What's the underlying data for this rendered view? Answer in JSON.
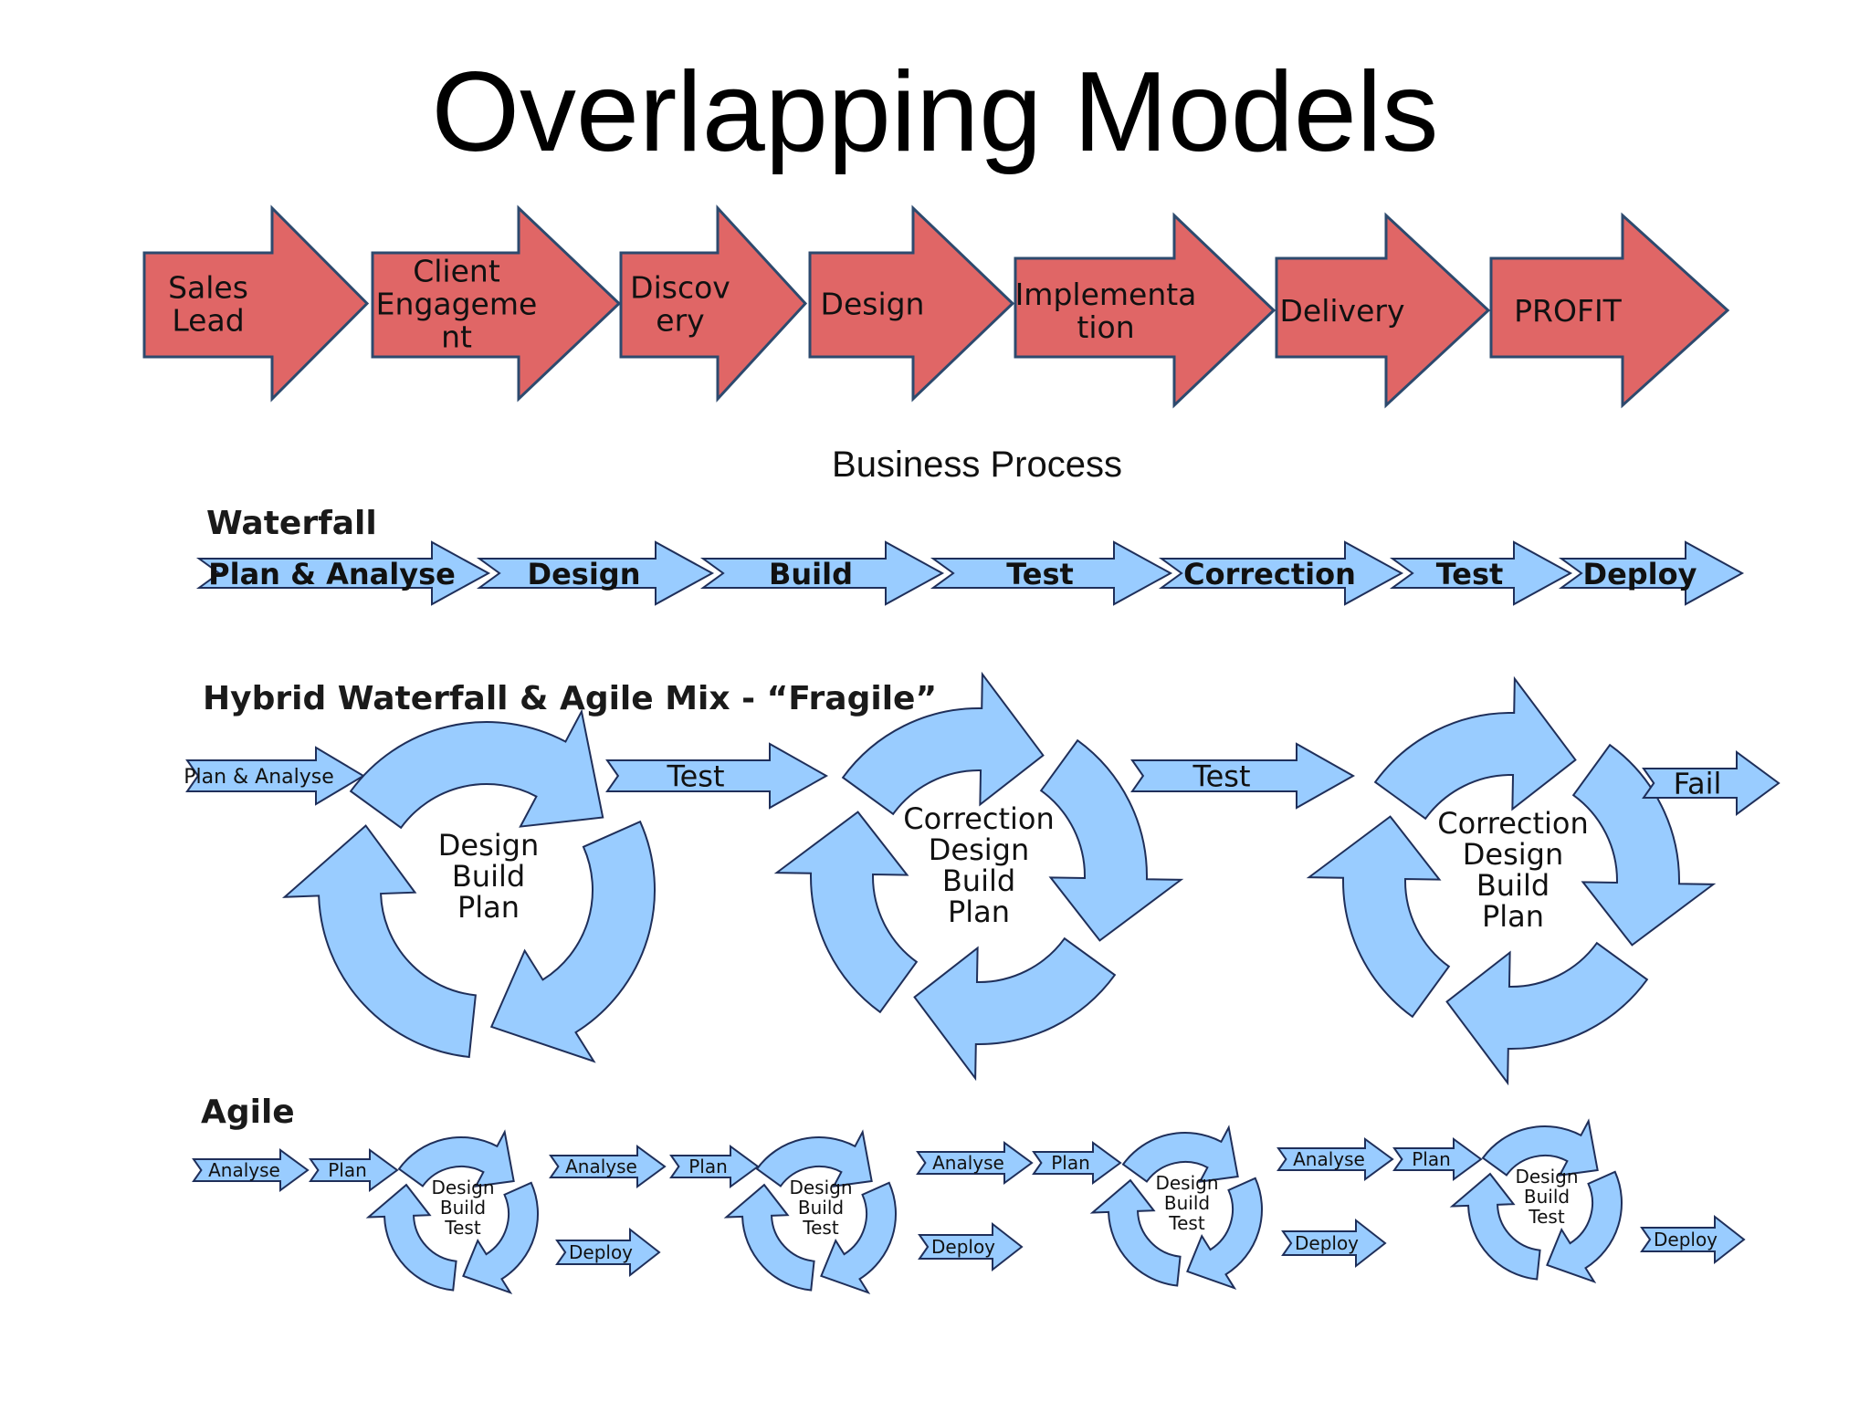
{
  "title": "Overlapping Models",
  "colors": {
    "red": "#e06666",
    "red_stroke": "#2d4a6e",
    "blue": "#99ccff",
    "blue_stroke": "#1f2f5a"
  },
  "business": {
    "caption": "Business Process",
    "arrows": [
      {
        "lines": [
          "Sales",
          "Lead"
        ]
      },
      {
        "lines": [
          "Client",
          "Engageme",
          "nt"
        ]
      },
      {
        "lines": [
          "Discov",
          "ery"
        ]
      },
      {
        "lines": [
          "Design"
        ]
      },
      {
        "lines": [
          "Implementa",
          "tion"
        ]
      },
      {
        "lines": [
          "Delivery"
        ]
      },
      {
        "lines": [
          "PROFIT"
        ]
      }
    ]
  },
  "waterfall": {
    "label": "Waterfall",
    "steps": [
      "Plan & Analyse",
      "Design",
      "Build",
      "Test",
      "Correction",
      "Test",
      "Deploy"
    ]
  },
  "hybrid": {
    "label": "Hybrid Waterfall & Agile Mix - “Fragile”",
    "plan_label": "Plan & Analyse",
    "cycle1": [
      "Design",
      "Build",
      "Plan"
    ],
    "test1": "Test",
    "cycle2": [
      "Correction",
      "Design",
      "Build",
      "Plan"
    ],
    "test2": "Test",
    "cycle3": [
      "Correction",
      "Design",
      "Build",
      "Plan"
    ],
    "fail": "Fail"
  },
  "agile": {
    "label": "Agile",
    "analyse": "Analyse",
    "plan": "Plan",
    "cycle": [
      "Design",
      "Build",
      "Test"
    ],
    "deploy": "Deploy",
    "iterations": 4
  }
}
